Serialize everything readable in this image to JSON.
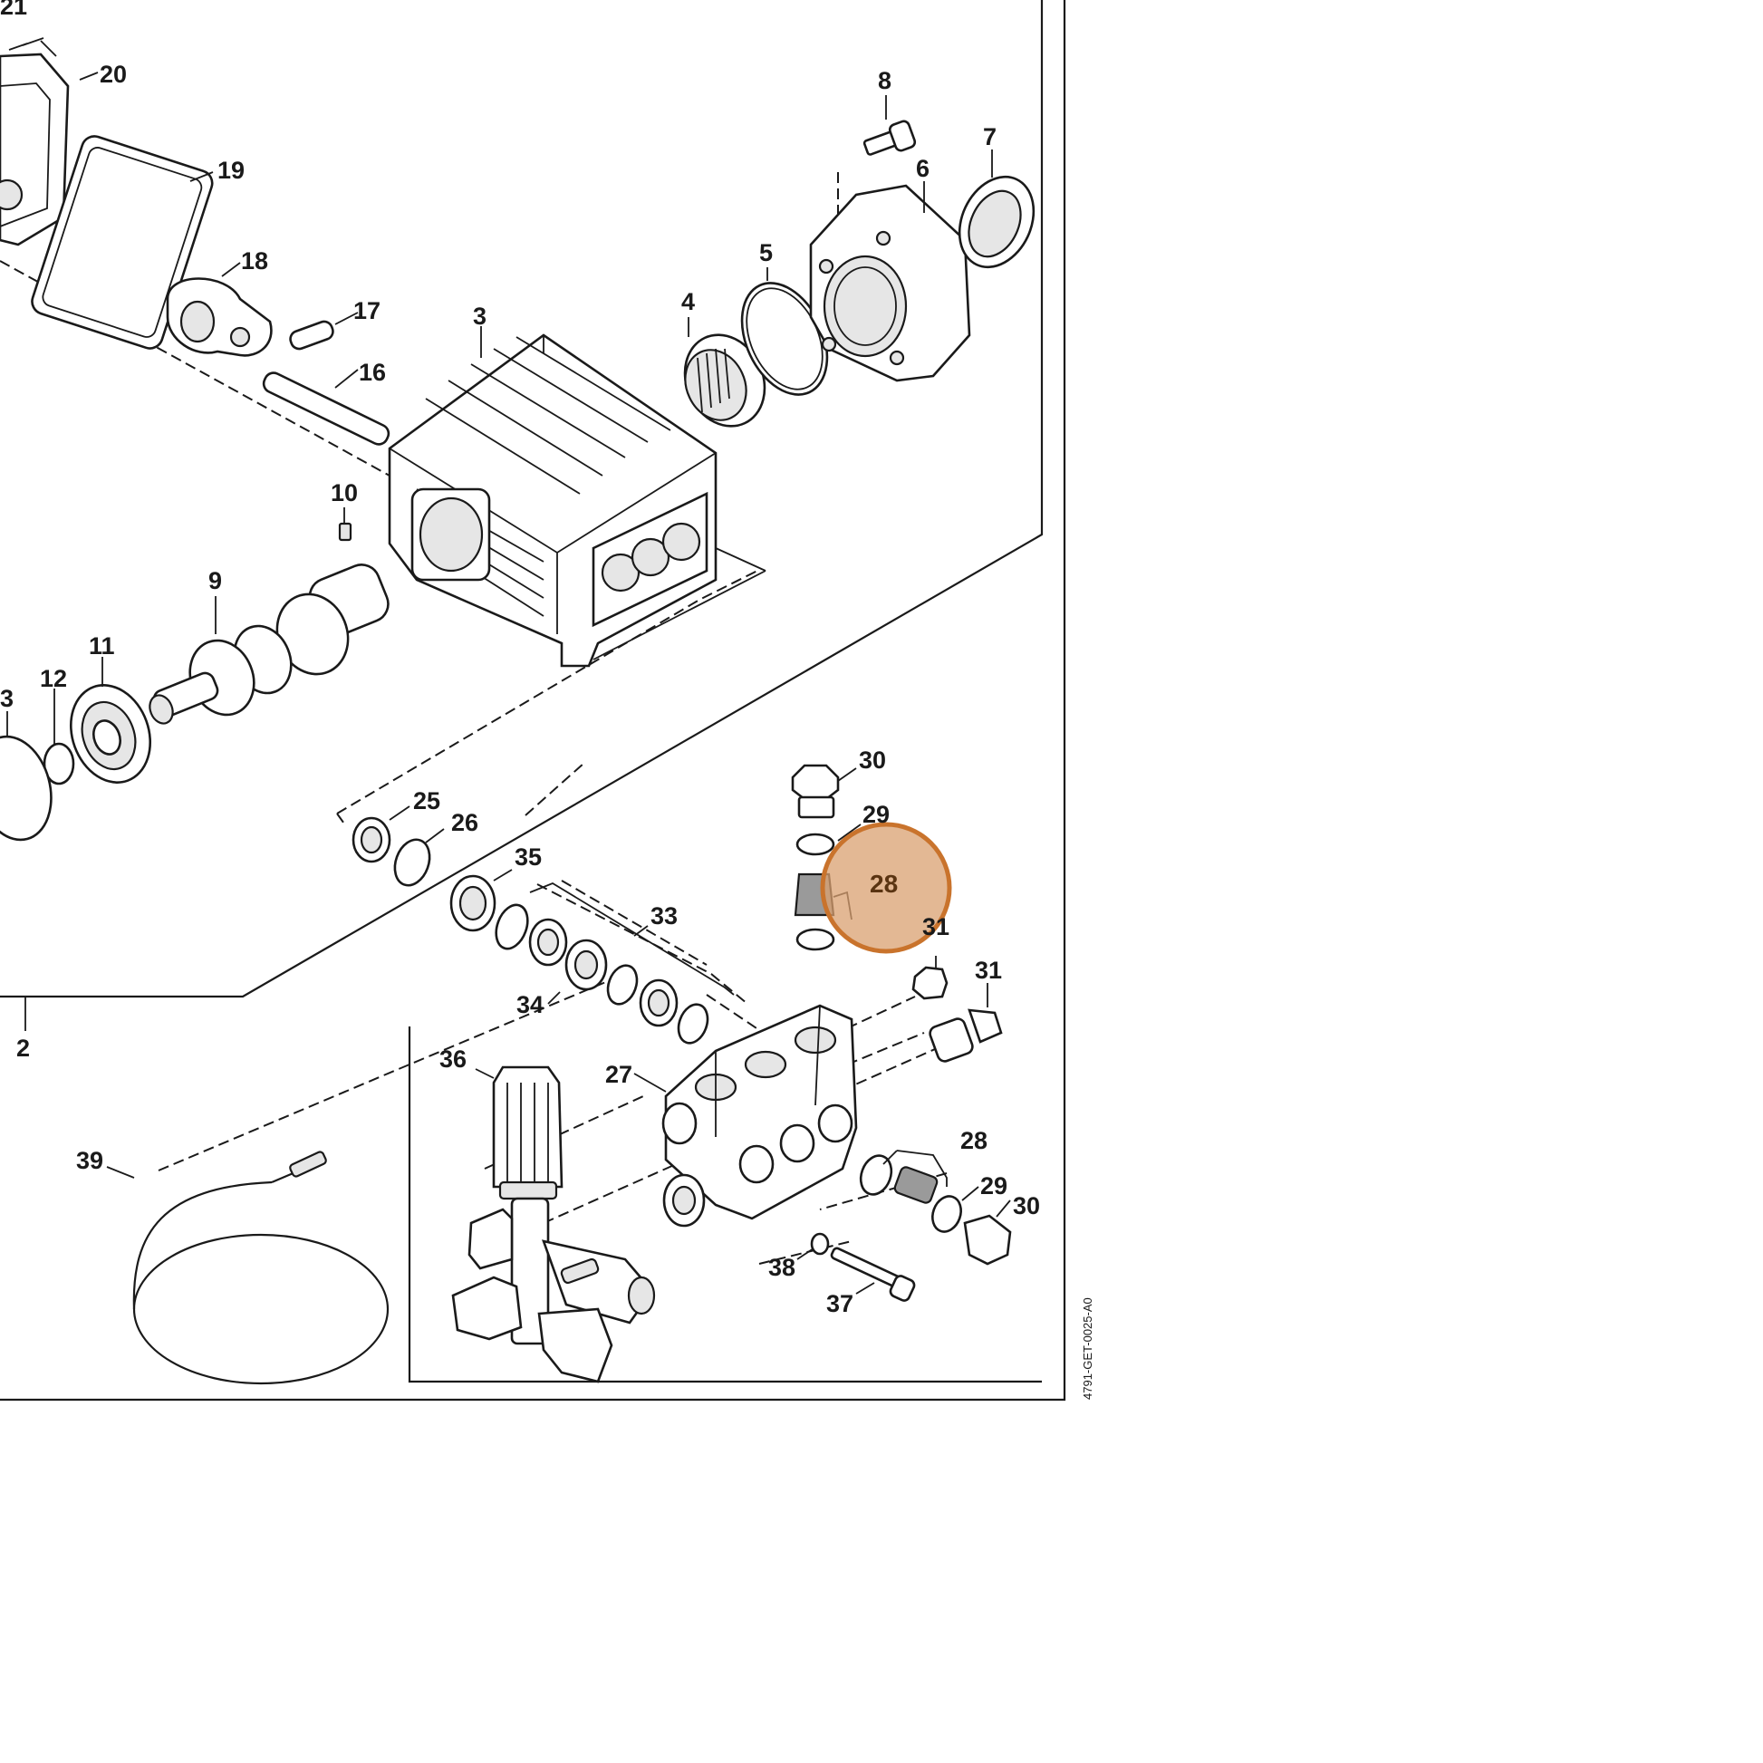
{
  "diagram": {
    "drawing_code": "4791-GET-0025-A0",
    "highlight_color": "#d9a070",
    "highlight_ring_color": "#c9732c",
    "callouts": [
      "21",
      "20",
      "19",
      "18",
      "17",
      "16",
      "3",
      "4",
      "5",
      "6",
      "7",
      "8",
      "10",
      "9",
      "11",
      "12",
      "3",
      "25",
      "26",
      "35",
      "33",
      "34",
      "30",
      "29",
      "28",
      "31",
      "31",
      "2",
      "36",
      "27",
      "28",
      "29",
      "30",
      "38",
      "37",
      "39"
    ],
    "highlighted_callout": "28"
  }
}
